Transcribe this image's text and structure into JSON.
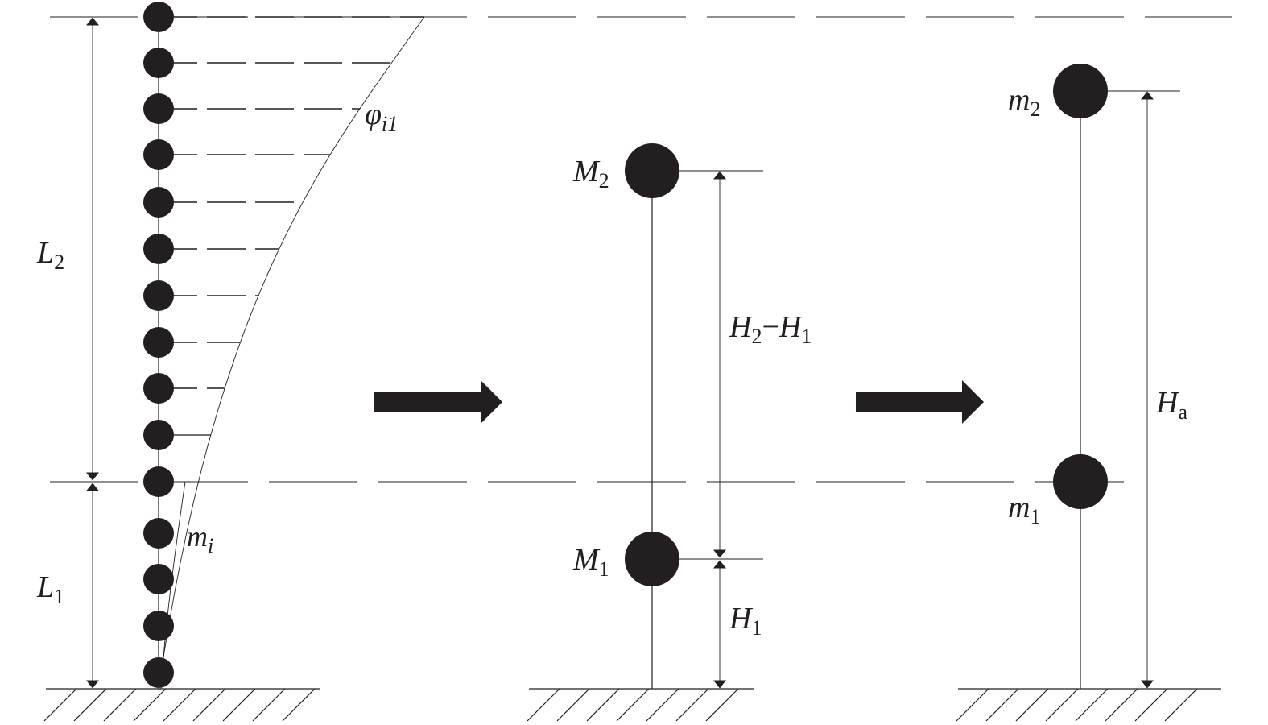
{
  "labels": {
    "L2": {
      "main": "L",
      "sub": "2"
    },
    "L1": {
      "main": "L",
      "sub": "1"
    },
    "phi": {
      "main": "φ",
      "sub": "i1"
    },
    "mi": {
      "main": "m",
      "sub": "i"
    },
    "M2": {
      "main": "M",
      "sub": "2"
    },
    "M1": {
      "main": "M",
      "sub": "1"
    },
    "H2H1": {
      "main1": "H",
      "sub1": "2",
      "dash": "−",
      "main2": "H",
      "sub2": "1"
    },
    "H1": {
      "main": "H",
      "sub": "1"
    },
    "m2": {
      "main": "m",
      "sub": "2"
    },
    "m1": {
      "main": "m",
      "sub": "1"
    },
    "Ha": {
      "main": "H",
      "sub": "a"
    }
  },
  "colors": {
    "ink": "#231f20",
    "background": "#ffffff"
  }
}
